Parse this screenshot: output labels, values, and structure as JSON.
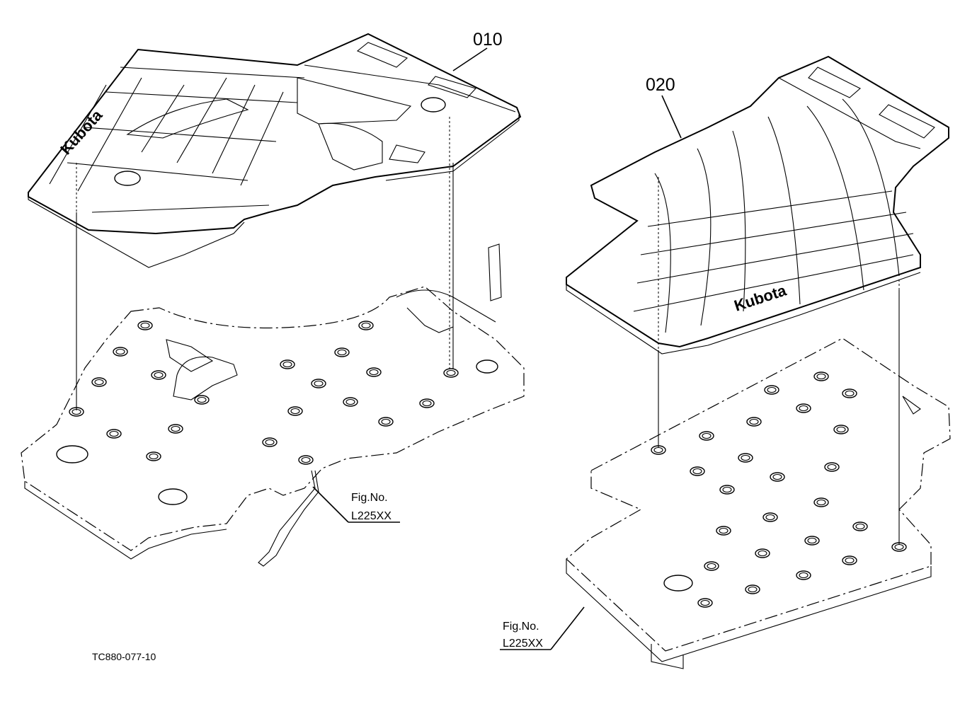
{
  "parts": [
    {
      "label": "010"
    },
    {
      "label": "020"
    }
  ],
  "figure_refs": [
    {
      "fig": "Fig.No.",
      "num": "L225XX"
    },
    {
      "fig": "Fig.No.",
      "num": "L225XX"
    }
  ],
  "drawing_code": "TC880-077-10",
  "colors": {
    "ink": "#000000",
    "paper": "#ffffff"
  }
}
